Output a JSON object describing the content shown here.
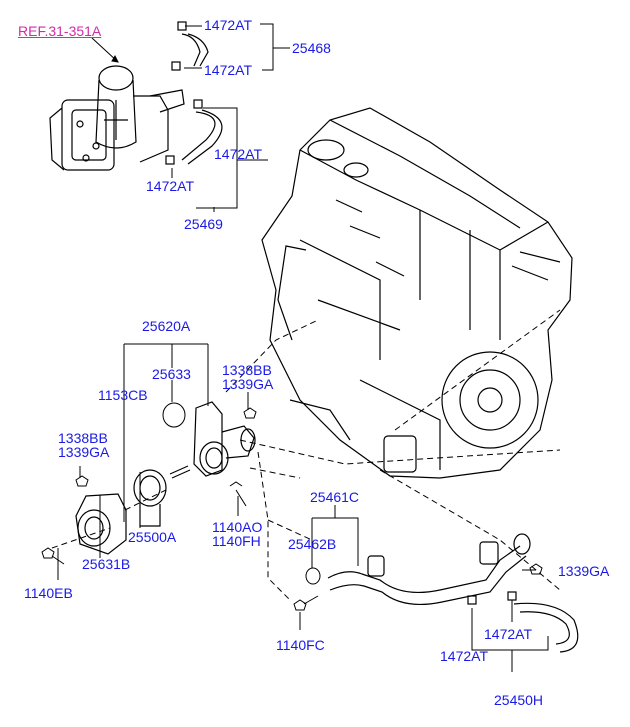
{
  "colors": {
    "label": "#1a1ae6",
    "ref_label": "#d42aa8",
    "line": "#000000"
  },
  "labels": {
    "ref": "REF.31-351A",
    "p1472AT_a": "1472AT",
    "p1472AT_b": "1472AT",
    "p25468": "25468",
    "p1472AT_c": "1472AT",
    "p1472AT_d": "1472AT",
    "p25469": "25469",
    "p25620A": "25620A",
    "p25633": "25633",
    "p1153CB": "1153CB",
    "p1338BB_a": "1338BB",
    "p1339GA_a": "1339GA",
    "p1338BB_b": "1338BB",
    "p1339GA_b": "1339GA",
    "p25500A": "25500A",
    "p25631B": "25631B",
    "p1140EB": "1140EB",
    "p1140AO": "1140AO",
    "p1140FH": "1140FH",
    "p25461C": "25461C",
    "p25462B": "25462B",
    "p1339GA_c": "1339GA",
    "p1140FC": "1140FC",
    "p1472AT_e": "1472AT",
    "p1472AT_f": "1472AT",
    "p25450H": "25450H"
  }
}
